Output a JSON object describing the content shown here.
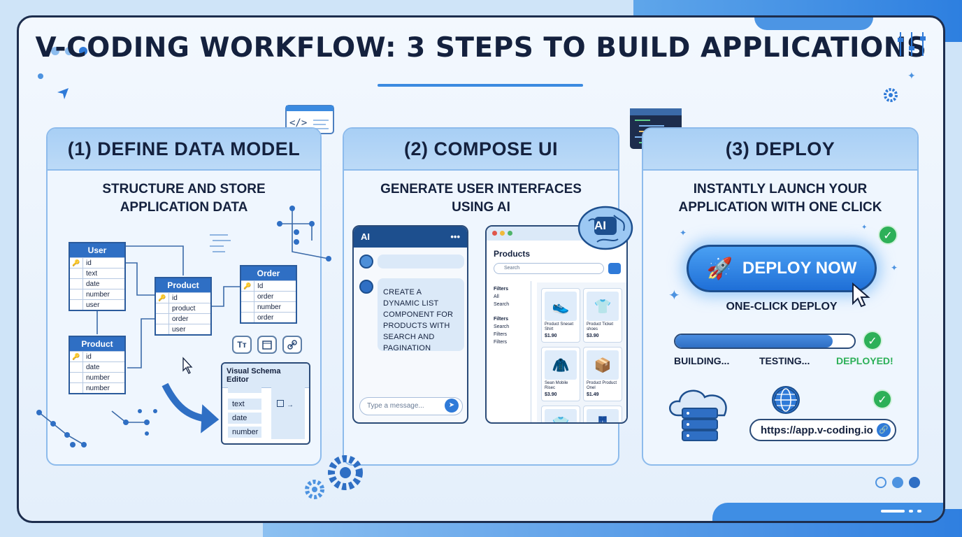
{
  "title": "V-CODING WORKFLOW: 3 STEPS TO BUILD APPLICATIONS",
  "colors": {
    "accent": "#2f7ad8",
    "dark": "#14213e",
    "success": "#2db058",
    "panel_head": "#a8cff5"
  },
  "steps": [
    {
      "heading": "(1) DEFINE DATA MODEL",
      "sub_line1": "STRUCTURE AND STORE",
      "sub_line2": "APPLICATION DATA"
    },
    {
      "heading": "(2) COMPOSE UI",
      "sub_line1": "GENERATE USER INTERFACES",
      "sub_line2": "USING AI"
    },
    {
      "heading": "(3) DEPLOY",
      "sub_line1": "INSTANTLY LAUNCH YOUR",
      "sub_line2": "APPLICATION WITH ONE CLICK"
    }
  ],
  "data_model": {
    "tables": [
      {
        "name": "User",
        "fields": [
          "id",
          "text",
          "date",
          "number",
          "user"
        ]
      },
      {
        "name": "Product",
        "fields": [
          "id",
          "product",
          "order",
          "user"
        ]
      },
      {
        "name": "Order",
        "fields": [
          "Id",
          "order",
          "number",
          "order"
        ]
      },
      {
        "name": "Product",
        "fields": [
          "id",
          "date",
          "number",
          "number"
        ]
      }
    ],
    "tools": [
      "Tт",
      "calendar-icon",
      "link-icon"
    ],
    "schema_editor": {
      "title": "Visual Schema Editor",
      "rows": [
        "text",
        "date",
        "number"
      ]
    }
  },
  "compose_ui": {
    "chat": {
      "header": "AI",
      "menu": "•••",
      "prompt": "CREATE A DYNAMIC LIST COMPONENT FOR PRODUCTS WITH SEARCH AND PAGINATION",
      "input_placeholder": "Type a message..."
    },
    "ai_badge": "AI",
    "app": {
      "title": "Products",
      "search_placeholder": "Search",
      "filters_heading_1": "Filters",
      "filters_1": [
        "All",
        "Search"
      ],
      "filters_heading_2": "Filters",
      "filters_2": [
        "Search",
        "Filters",
        "Filters"
      ],
      "products": [
        {
          "name": "Product Sneset Shirt",
          "price": "$1.90",
          "icon": "shoe-icon"
        },
        {
          "name": "Product Ticket shoes",
          "price": "$3.90",
          "icon": "shirt-icon"
        },
        {
          "name": "Sean Mobile Risec",
          "price": "$3.90",
          "icon": "jacket-icon"
        },
        {
          "name": "Product Product Onel",
          "price": "$1.49",
          "icon": "box-icon"
        }
      ]
    }
  },
  "deploy": {
    "button_label": "DEPLOY NOW",
    "one_click": "ONE-CLICK DEPLOY",
    "progress": 0.88,
    "stages": [
      "BUILDING...",
      "TESTING...",
      "DEPLOYED!"
    ],
    "url": "https://app.v-coding.io"
  }
}
